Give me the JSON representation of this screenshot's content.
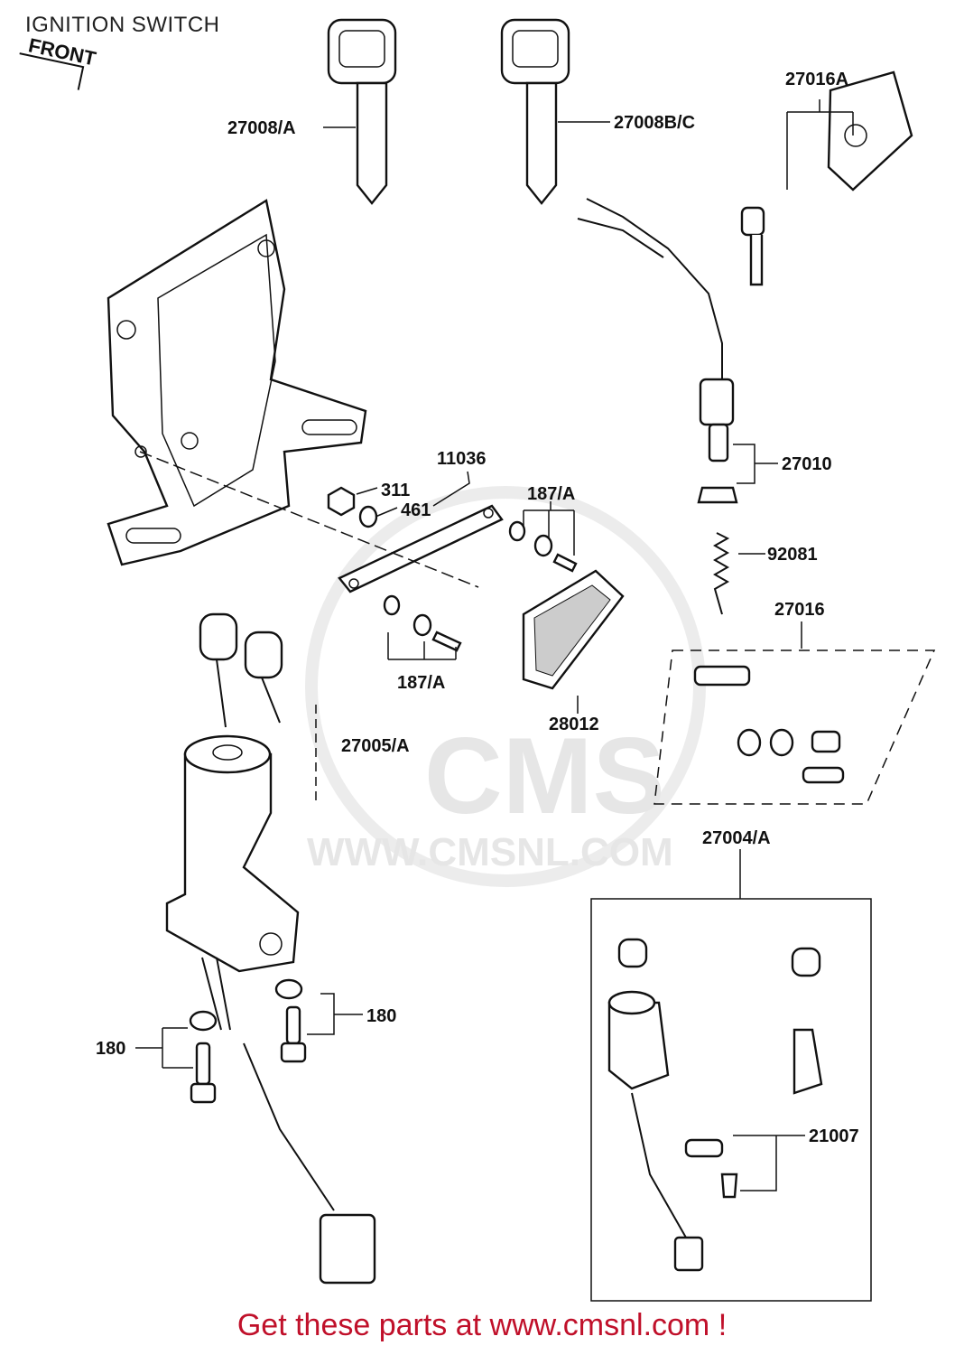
{
  "title": "IGNITION SWITCH",
  "front_stamp": "FRONT",
  "watermark": {
    "logo": "CMS",
    "url": "WWW.CMSNL.COM"
  },
  "footer": "Get these parts at www.cmsnl.com !",
  "part_labels": {
    "p27008A": "27008/A",
    "p27008BC": "27008B/C",
    "p27016A": "27016A",
    "p11036": "11036",
    "p311": "311",
    "p461": "461",
    "p187A_top": "187/A",
    "p187A_bottom": "187/A",
    "p27010": "27010",
    "p92081": "92081",
    "p27016": "27016",
    "p28012": "28012",
    "p27005A": "27005/A",
    "p27004A": "27004/A",
    "p180_right": "180",
    "p180_left": "180",
    "p21007": "21007"
  }
}
